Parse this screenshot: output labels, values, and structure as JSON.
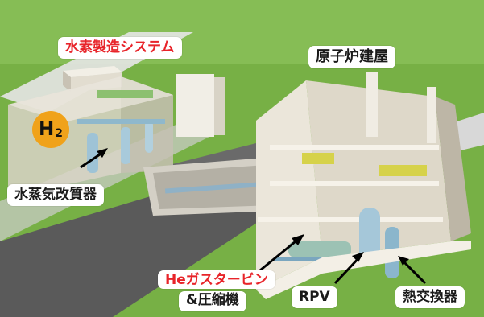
{
  "labels": {
    "hydrogen_system": "水素製造システム",
    "reactor_building": "原子炉建屋",
    "steam_reformer": "水蒸気改質器",
    "he_gas_turbine": "Heガスタービン",
    "compressor": "&圧縮機",
    "rpv": "RPV",
    "heat_exchanger": "熱交換器"
  },
  "h2_badge": {
    "symbol": "H",
    "subscript": "2"
  },
  "colors": {
    "red_label": "#e8242a",
    "dark_label": "#1a1a1a",
    "grass": "#77b045",
    "road": "#5a5a5a",
    "h2_badge": "#f0a21a"
  }
}
